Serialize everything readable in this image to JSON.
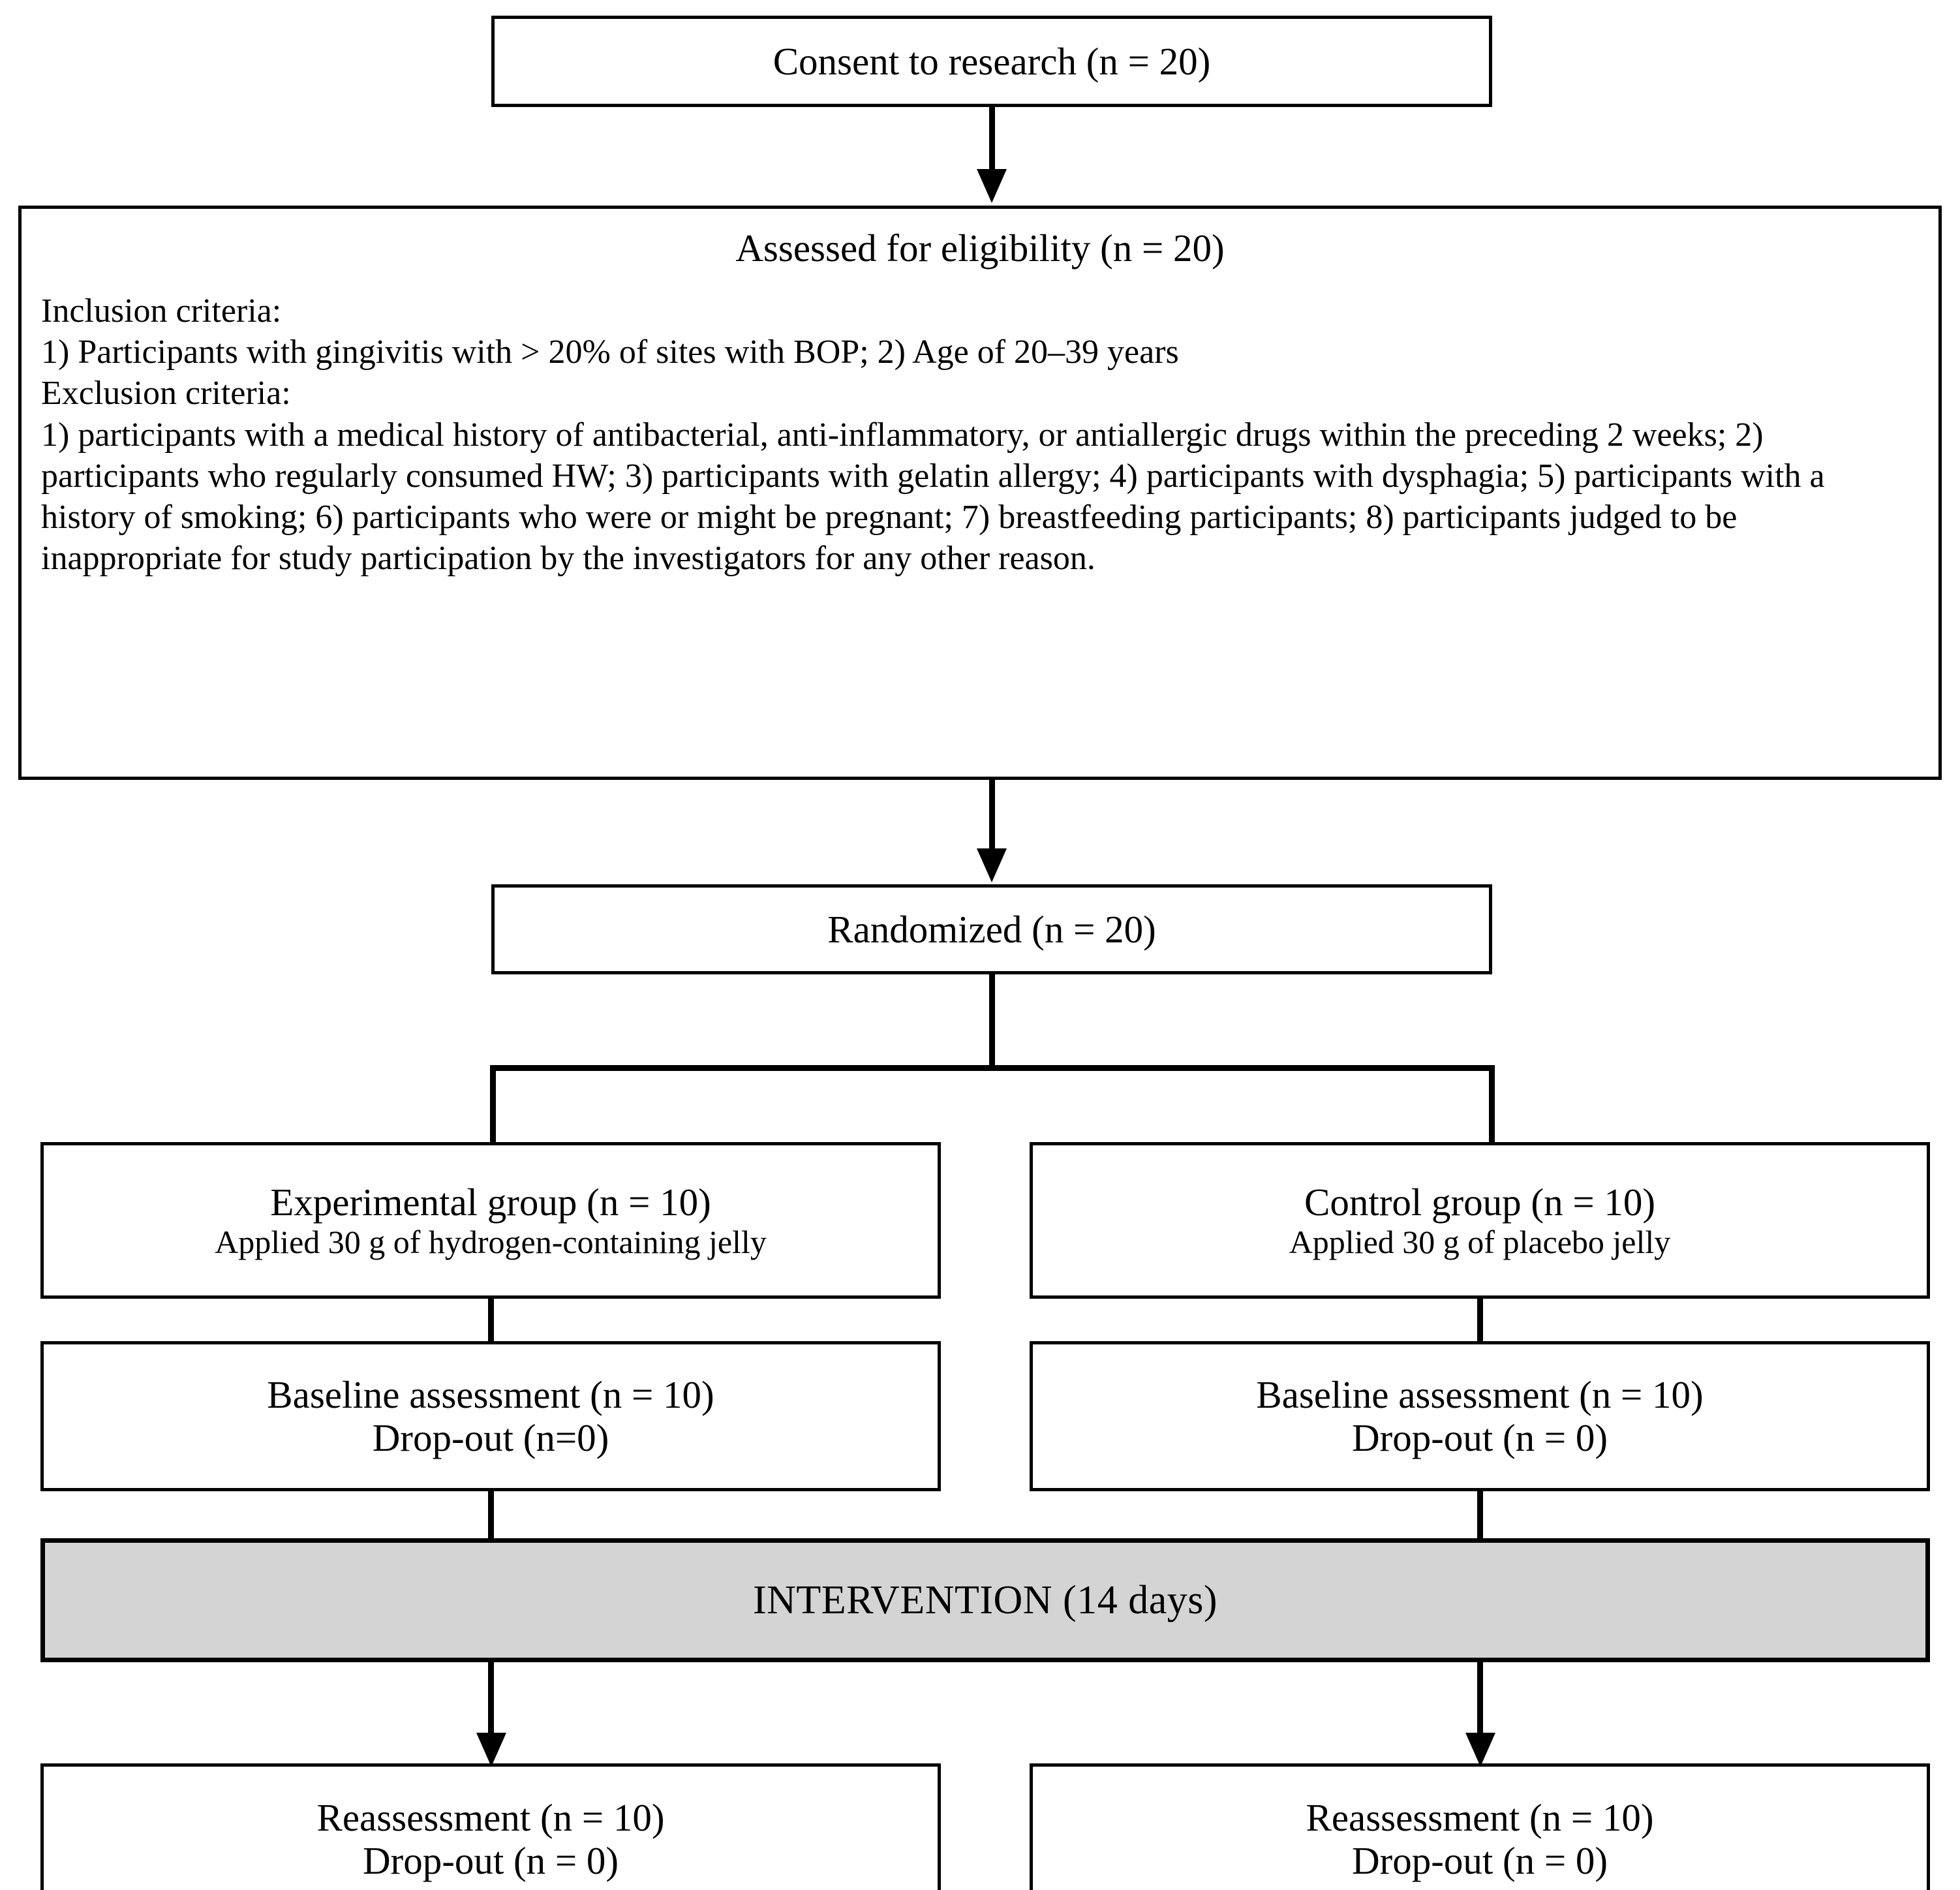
{
  "diagram": {
    "title": "CONSORT participant flow diagram",
    "consent": {
      "label": "Consent to research (n = 20)"
    },
    "eligibility": {
      "heading": "Assessed for eligibility (n = 20)",
      "inclusion_heading": "Inclusion criteria:",
      "inclusion_line": "1) Participants with gingivitis with > 20% of sites with BOP; 2) Age of 20–39 years",
      "exclusion_heading": "Exclusion criteria:",
      "exclusion_body": "1) participants with a medical history of antibacterial, anti-inflammatory, or antiallergic drugs within the preceding 2 weeks; 2) participants who regularly consumed HW; 3) participants with gelatin allergy; 4) participants with dysphagia; 5) participants with a history of smoking; 6) participants who were or might be pregnant; 7) breastfeeding participants; 8) participants judged to be inappropriate for study participation by the investigators for any other reason."
    },
    "randomized": {
      "label": "Randomized (n = 20)"
    },
    "arms": [
      {
        "group_title": "Experimental group (n = 10)",
        "group_detail": "Applied 30 g of hydrogen-containing jelly",
        "baseline_title": "Baseline assessment (n = 10)",
        "baseline_dropout": "Drop-out (n=0)",
        "reassessment_title": "Reassessment (n = 10)",
        "reassessment_dropout": "Drop-out (n = 0)"
      },
      {
        "group_title": "Control group (n = 10)",
        "group_detail": "Applied 30 g of placebo jelly",
        "baseline_title": "Baseline assessment (n = 10)",
        "baseline_dropout": "Drop-out (n = 0)",
        "reassessment_title": "Reassessment (n = 10)",
        "reassessment_dropout": "Drop-out (n = 0)"
      }
    ],
    "intervention": {
      "label": "INTERVENTION (14 days)",
      "fill_color": "#d4d4d4"
    },
    "colors": {
      "stroke": "#000000",
      "background": "#ffffff",
      "shaded_fill": "#d4d4d4"
    }
  }
}
